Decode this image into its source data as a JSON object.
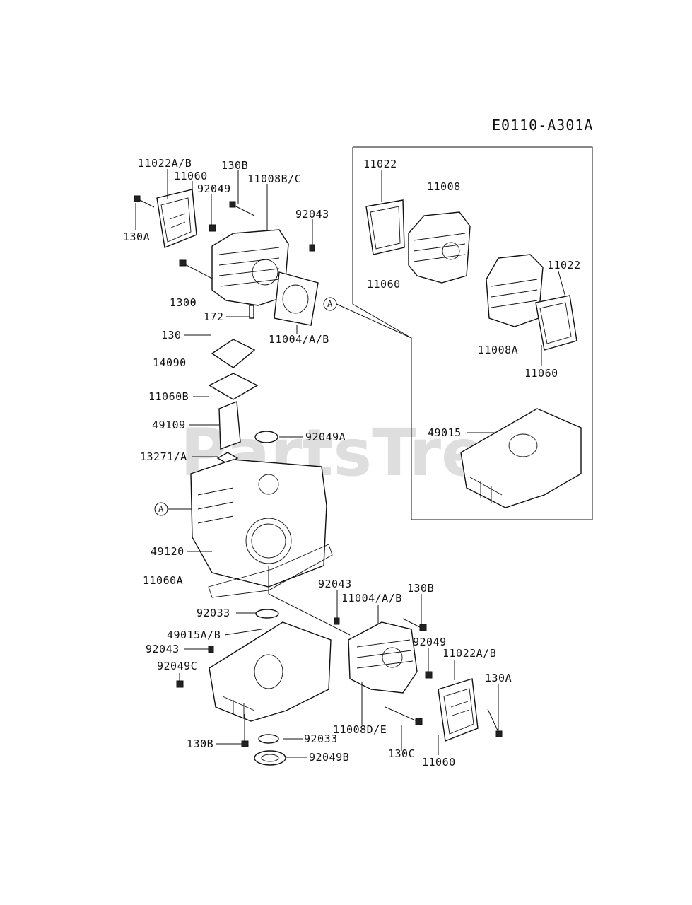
{
  "diagram_code": "E0110-A301A",
  "watermark": "PartsTree",
  "ref_marker": "A",
  "labels": {
    "l1": "11022A/B",
    "l2": "11060",
    "l3": "130B",
    "l4": "92049",
    "l5": "11008B/C",
    "l6": "92043",
    "l7": "130A",
    "l8": "1300",
    "l9": "172",
    "l10": "11004/A/B",
    "l11": "130",
    "l12": "14090",
    "l13": "11060B",
    "l14": "49109",
    "l15": "92049A",
    "l16": "13271/A",
    "l17": "49120",
    "l18": "11060A",
    "l19": "92043",
    "l20": "11004/A/B",
    "l21": "130B",
    "l22": "92033",
    "l23": "49015A/B",
    "l24": "92043",
    "l25": "92049",
    "l26": "11022A/B",
    "l27": "92049C",
    "l28": "130A",
    "l29": "11008D/E",
    "l30": "92033",
    "l31": "130B",
    "l32": "130C",
    "l33": "92049B",
    "l34": "11060",
    "i1": "11022",
    "i2": "11008",
    "i3": "11060",
    "i4": "11022",
    "i5": "11008A",
    "i6": "11060",
    "i7": "49015"
  }
}
